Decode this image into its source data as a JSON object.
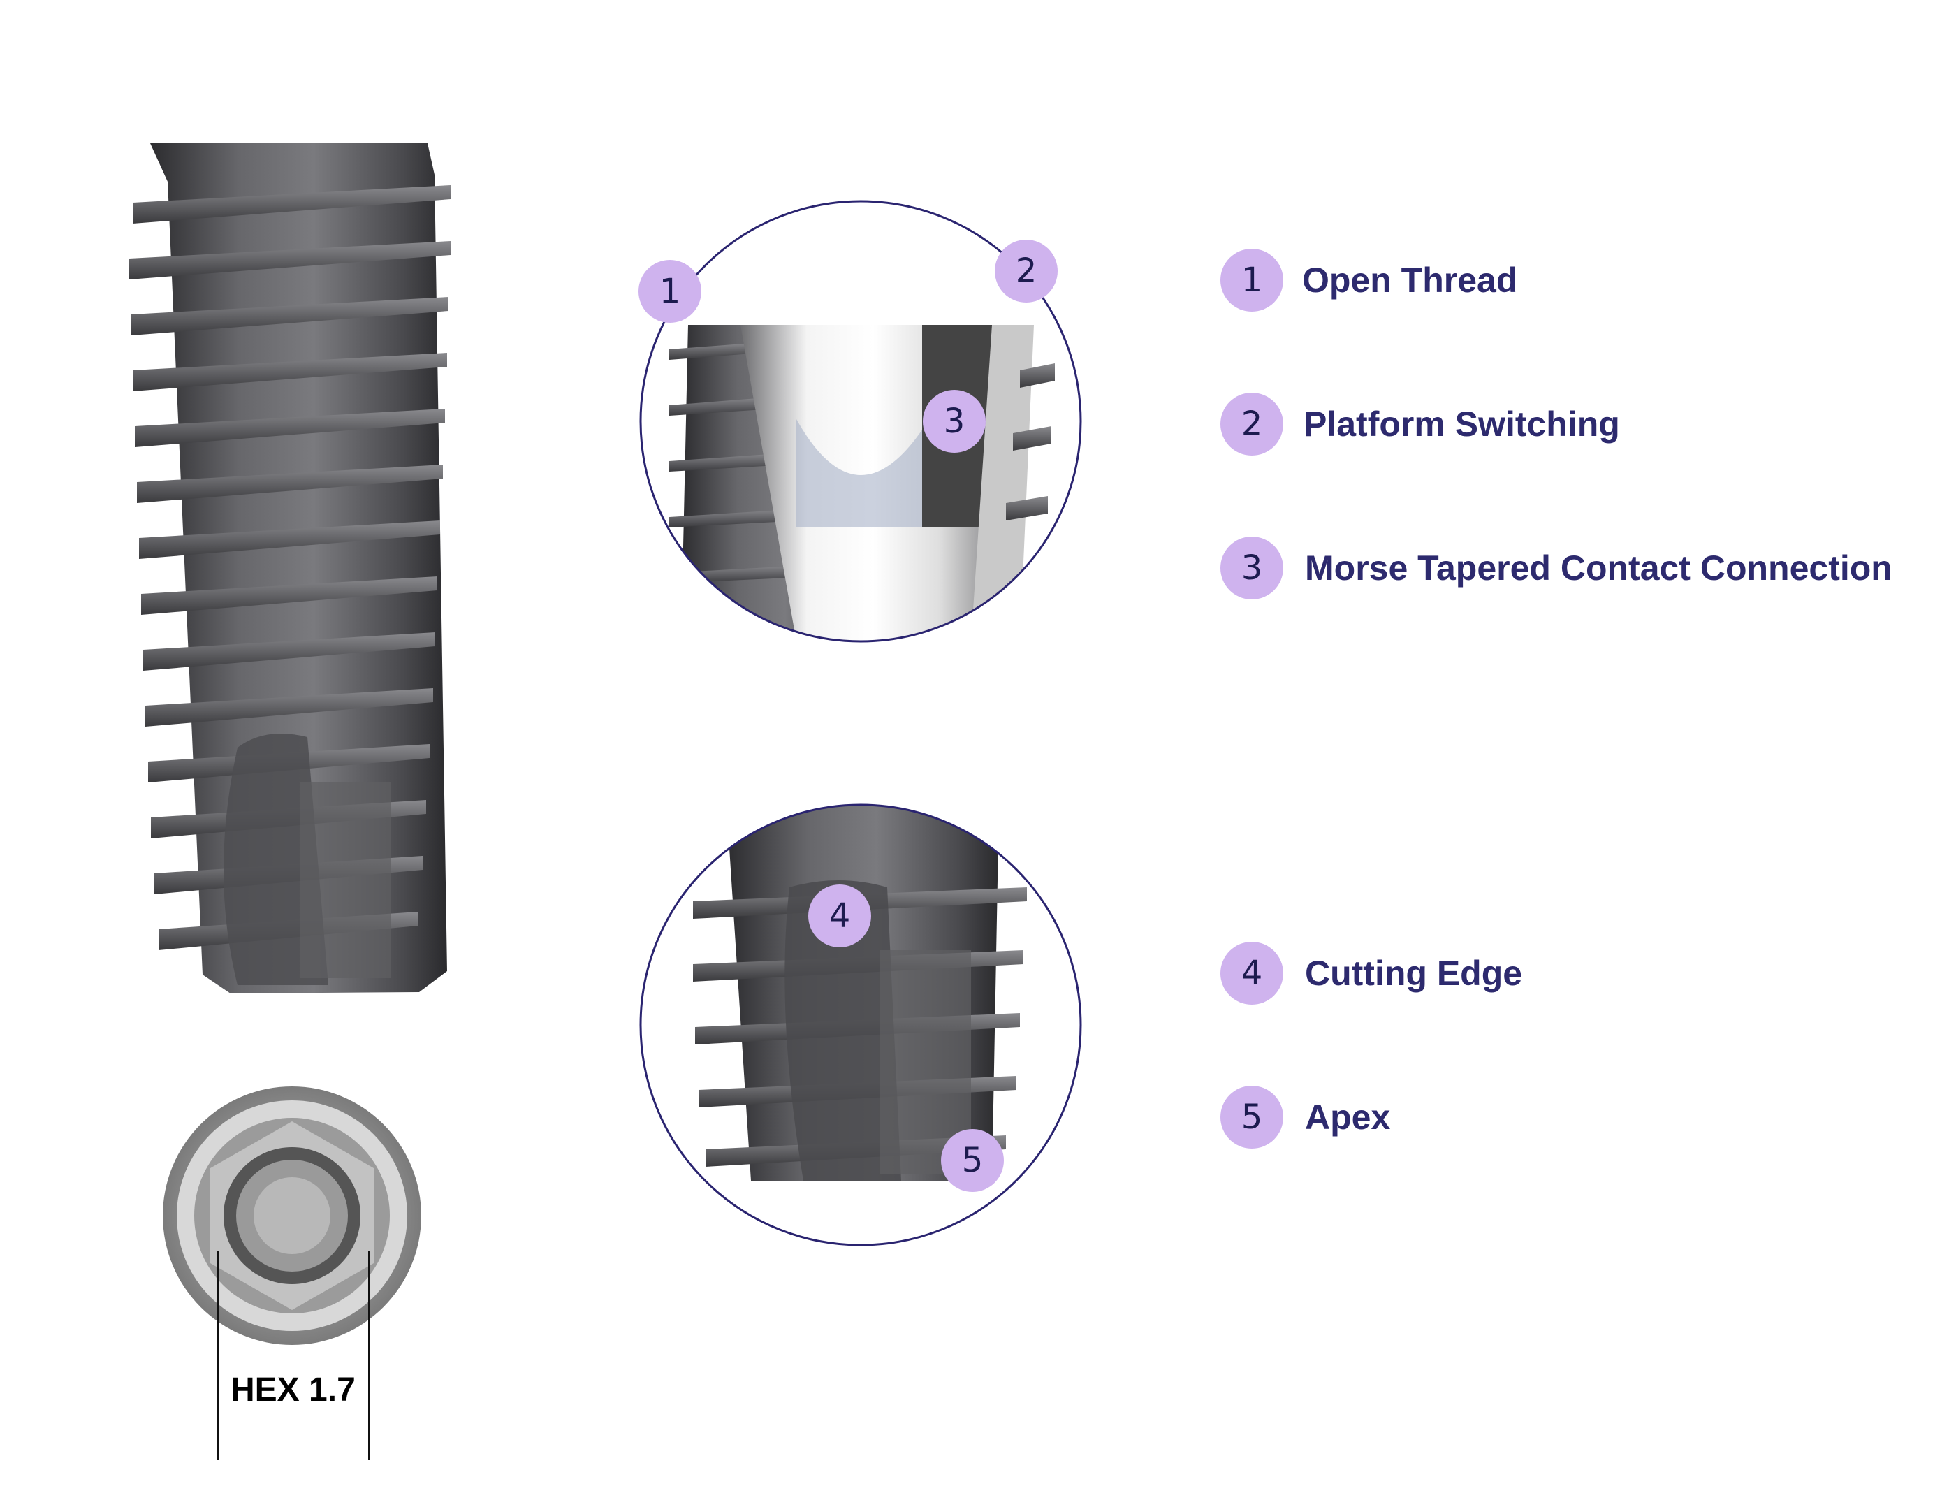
{
  "callouts": [
    {
      "number": "1",
      "label": "Open Thread"
    },
    {
      "number": "2",
      "label": "Platform Switching"
    },
    {
      "number": "3",
      "label": "Morse Tapered Contact Connection"
    },
    {
      "number": "4",
      "label": "Cutting Edge"
    },
    {
      "number": "5",
      "label": "Apex"
    }
  ],
  "hex_label": "HEX 1.7",
  "colors": {
    "accent_badge": "#cfb3ee",
    "label_text": "#2d2a6e",
    "circle_outline": "#2a2470",
    "implant_metal": "#5a5a5e"
  }
}
